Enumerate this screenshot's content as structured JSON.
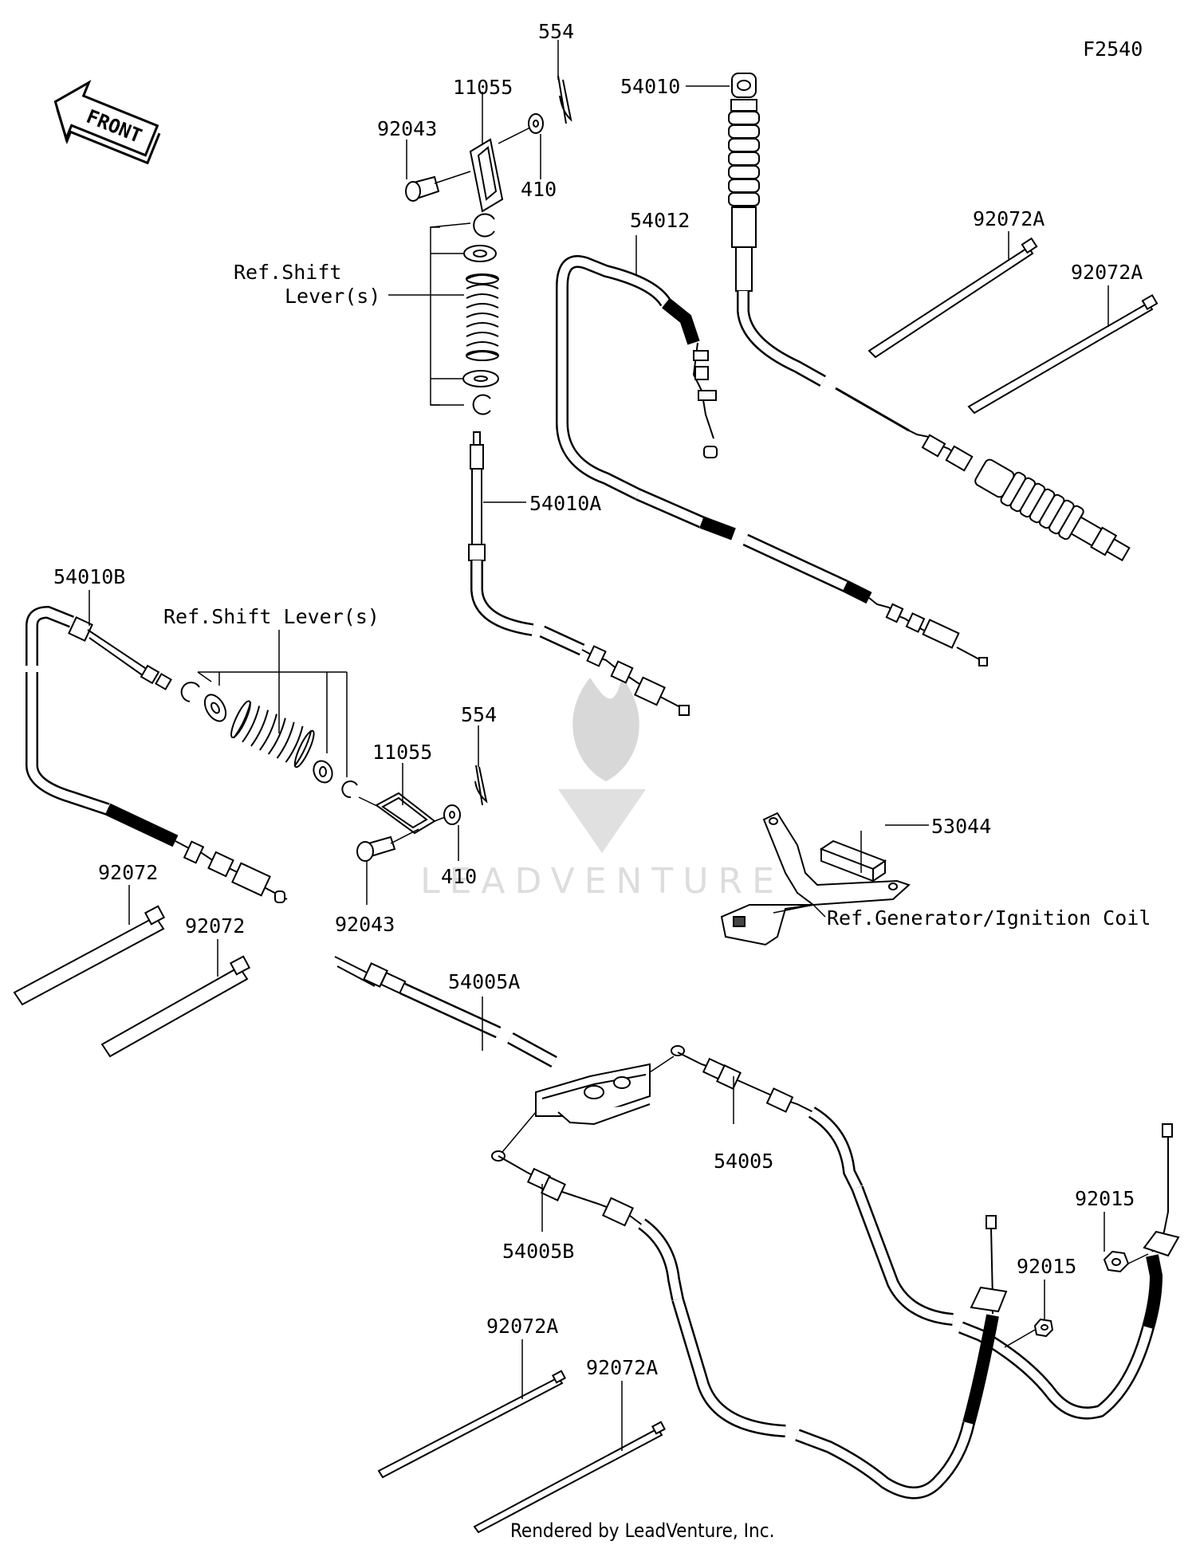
{
  "figure_code": "F2540",
  "front_label": "FRONT",
  "footer": "Rendered by LeadVenture, Inc.",
  "watermark": "LEADVENTURE",
  "callouts": {
    "p554_top": "554",
    "p11055_top": "11055",
    "p92043_top": "92043",
    "p410_top": "410",
    "ref_shift_top_1": "Ref.Shift",
    "ref_shift_top_2": "Lever(s)",
    "p54010": "54010",
    "p54012": "54012",
    "p92072A_1": "92072A",
    "p92072A_2": "92072A",
    "p54010A": "54010A",
    "p54010B": "54010B",
    "ref_shift_left": "Ref.Shift Lever(s)",
    "p554_mid": "554",
    "p11055_mid": "11055",
    "p410_mid": "410",
    "p92043_mid": "92043",
    "p53044": "53044",
    "ref_generator": "Ref.Generator/Ignition Coil",
    "p92072_1": "92072",
    "p92072_2": "92072",
    "p54005A": "54005A",
    "p54005": "54005",
    "p54005B": "54005B",
    "p92015_1": "92015",
    "p92015_2": "92015",
    "p92072A_3": "92072A",
    "p92072A_4": "92072A"
  }
}
